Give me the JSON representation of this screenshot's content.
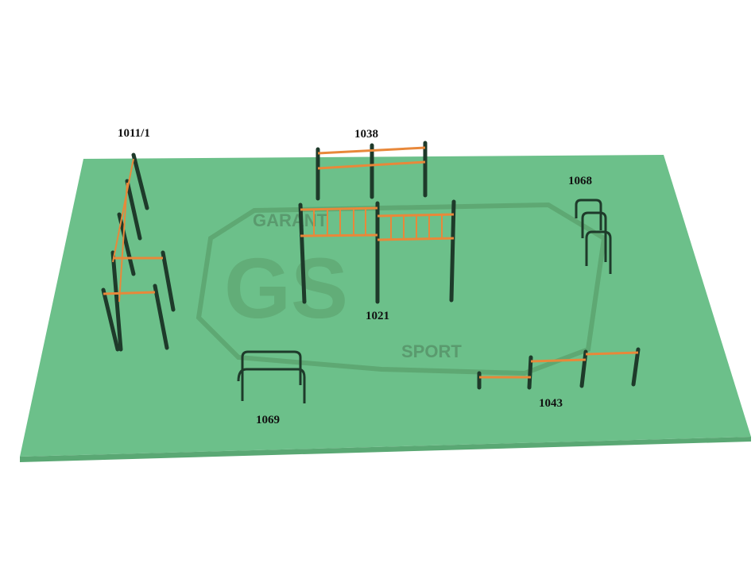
{
  "logo": {
    "top_text": "GARANT",
    "initials": "GS",
    "bottom_text": "SPORT"
  },
  "labels": {
    "item_1011_1": "1011/1",
    "item_1038": "1038",
    "item_1068": "1068",
    "item_1021": "1021",
    "item_1069": "1069",
    "item_1043": "1043"
  },
  "colors": {
    "mat": "#6cc08a",
    "logo": "#5ea873",
    "frame": "#1e3a2a",
    "bars": "#e8883a"
  }
}
